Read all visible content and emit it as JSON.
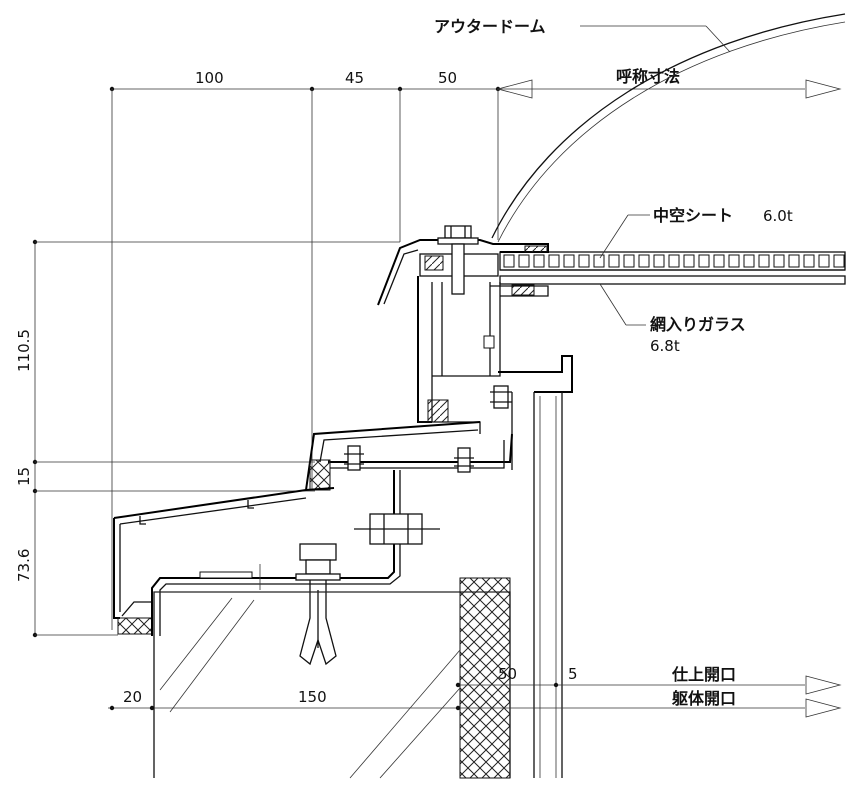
{
  "labels": {
    "outer_dome": "アウタードーム",
    "nominal_size": "呼称寸法",
    "hollow_sheet": "中空シート",
    "hollow_sheet_thickness": "6.0t",
    "wired_glass": "網入りガラス",
    "wired_glass_thickness": "6.8t",
    "finish_opening": "仕上開口",
    "structure_opening": "躯体開口"
  },
  "dimensions": {
    "top_100": "100",
    "top_45": "45",
    "top_50": "50",
    "left_110_5": "110.5",
    "left_15": "15",
    "left_73_6": "73.6",
    "bottom_20": "20",
    "bottom_150": "150",
    "bottom_50": "50",
    "bottom_5": "5"
  }
}
